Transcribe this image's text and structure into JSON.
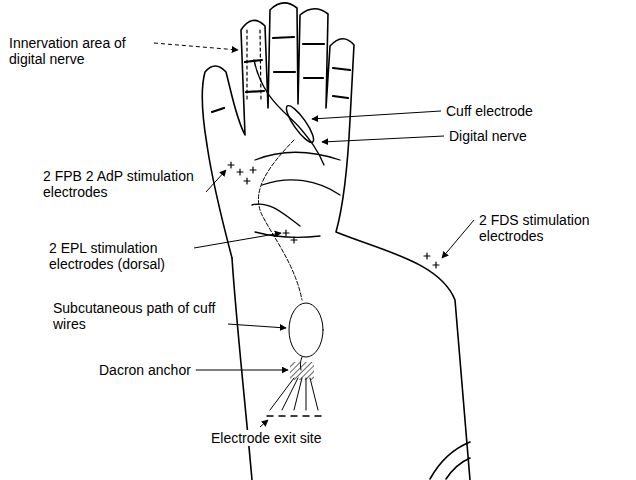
{
  "diagram": {
    "labels": [
      "Innervation area of digital nerve",
      "Cuff electrode",
      "2 FPB 2 AdP stimulation electrodes",
      "Digital nerve",
      "2 FDS stimulation electrodes",
      "2 EPL stimulation electrodes (dorsal)",
      "Subcutaneous path of cuff wires",
      "Dacron anchor",
      "Electrode exit site"
    ]
  }
}
